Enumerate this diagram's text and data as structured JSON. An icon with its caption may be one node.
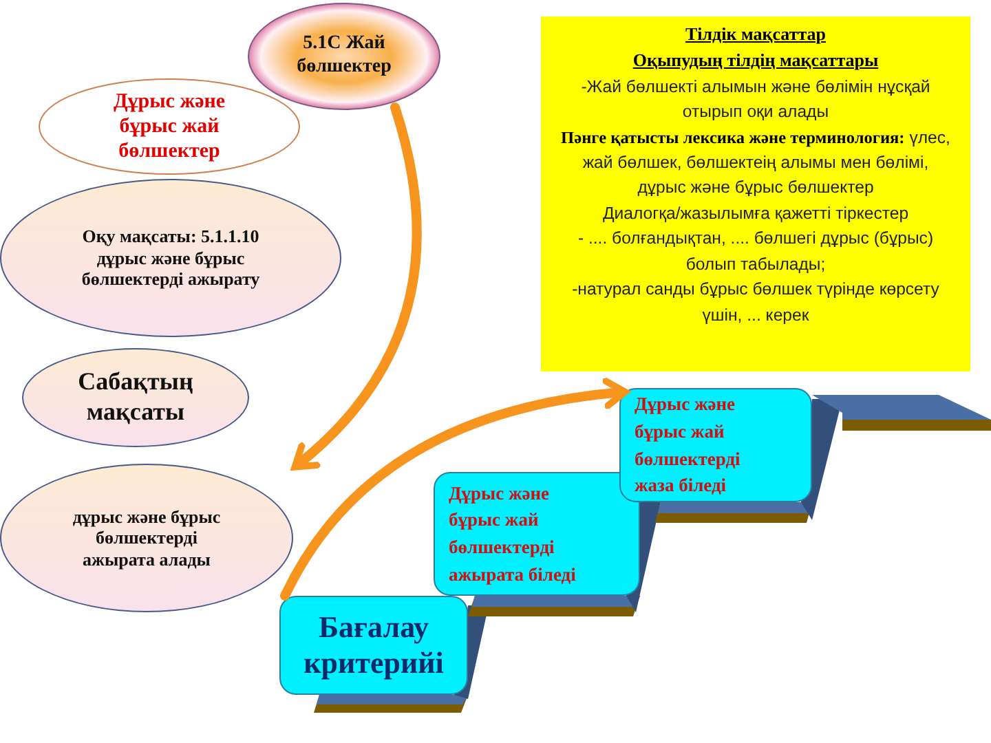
{
  "diagram": {
    "nodes": [
      {
        "text": [
          "5.1С Жай бөлшектер"
        ]
      },
      {
        "text": [
          "Дұрыс және бұрыс жай бөлшектер"
        ]
      },
      {
        "text": [
          "Оқу мақсаты: 5.1.1.10 дұрыс және бұрыс бөлшектерді ажырату"
        ]
      },
      {
        "text": [
          "Сабақтың мақсаты"
        ]
      },
      {
        "text": [
          "дұрыс және бұрыс бөлшектерді ажырата алады"
        ]
      },
      {
        "text": [
          "Тілдік мақсаттар",
          "Оқыпудың тілдің мақсаттары",
          "-Жай бөлшекті алымын және бөлімін нұсқай отырып оқи алады",
          "**Пәнге қатысты лексика және терминология:** үлес, жай бөлшек, бөлшектеің алымы мен бөлімі, дұрыс және бұрыс бөлшектер",
          "Диалогқа/жазылымға қажетті тіркестер",
          "- .... болғандықтан, .... бөлшегі дұрыс (бұрыс) болып табылады;",
          "-натурал санды бұрыс бөлшек түрінде көрсету үшін, ... керек"
        ]
      },
      {
        "text": [
          "Бағалау критерийі"
        ]
      },
      {
        "text": [
          "Дұрыс және бұрыс жай бөлшектерді ажырата біледі"
        ]
      },
      {
        "text": [
          "Дұрыс және бұрыс жай бөлшектерді жаза біледі"
        ]
      }
    ],
    "edges": [
      {
        "from": 0,
        "to": 4,
        "arrow": "to"
      },
      {
        "from": 6,
        "to": 8,
        "arrow": "to"
      }
    ]
  }
}
